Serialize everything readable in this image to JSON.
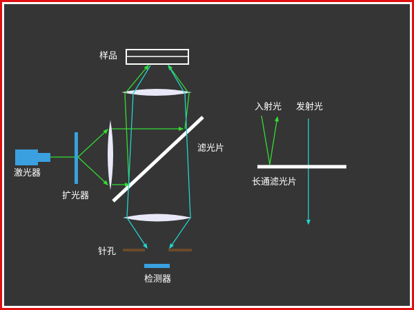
{
  "labels": {
    "sample": "样品",
    "laser": "激光器",
    "beam_expander": "扩光器",
    "filter": "滤光片",
    "pinhole": "针孔",
    "detector": "检测器",
    "incident_light": "入射光",
    "emitted_light": "发射光",
    "longpass_filter": "长通滤光片"
  },
  "colors": {
    "background": "#353535",
    "border": "#e01010",
    "incident_beam": "#33dd33",
    "emitted_beam": "#22d4cc",
    "optics_blue": "#3aa0e0",
    "lens_fill": "#e8e8f8",
    "mirror": "#ffffff",
    "pinhole": "#6b4a2a"
  }
}
